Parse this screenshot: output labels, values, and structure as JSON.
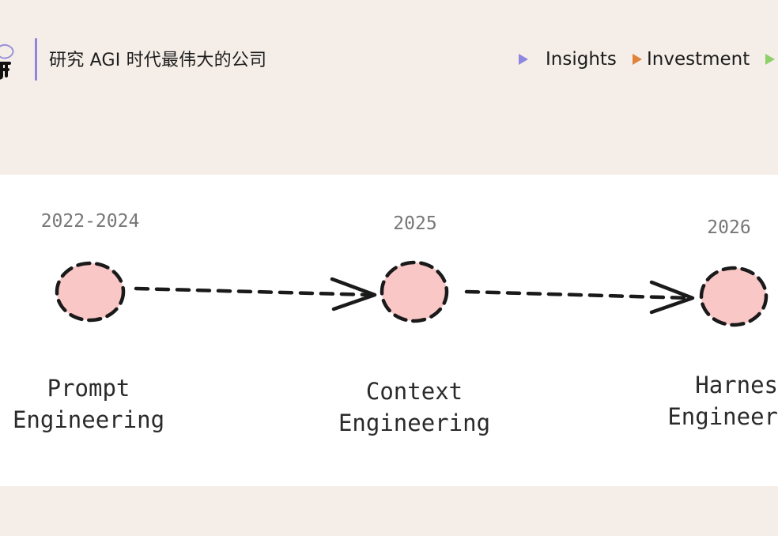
{
  "header": {
    "tagline": "研究 AGI 时代最伟大的公司",
    "nav": [
      {
        "label": "Insights",
        "color": "#8e86e0"
      },
      {
        "label": "Investment",
        "color": "#e0823c"
      },
      {
        "label": "",
        "color": "#8fd06a"
      }
    ]
  },
  "diagram": {
    "node_fill": "#fac7c7",
    "stroke_color": "#1a1a1a",
    "stages": [
      {
        "year": "2022-2024",
        "label_line1": "Prompt",
        "label_line2": "Engineering"
      },
      {
        "year": "2025",
        "label_line1": "Context",
        "label_line2": "Engineering"
      },
      {
        "year": "2026",
        "label_line1": "Harnes",
        "label_line2": "Engineer"
      }
    ]
  }
}
